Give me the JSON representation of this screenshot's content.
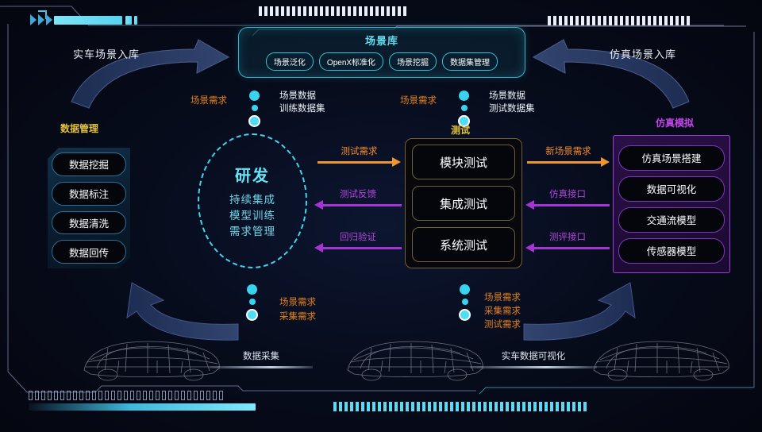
{
  "scenario_library": {
    "title": "场景库",
    "pills": [
      "场景泛化",
      "OpenX标准化",
      "场景挖掘",
      "数据集管理"
    ]
  },
  "nav_arrows": {
    "left_label": "实车场景入库",
    "right_label": "仿真场景入库"
  },
  "data_management": {
    "title": "数据管理",
    "items": [
      "数据挖掘",
      "数据标注",
      "数据清洗",
      "数据回传"
    ]
  },
  "rnd": {
    "title": "研发",
    "lines": [
      "持续集成",
      "模型训练",
      "需求管理"
    ]
  },
  "testing": {
    "title": "测试",
    "items": [
      "模块测试",
      "集成测试",
      "系统测试"
    ]
  },
  "simulation": {
    "title": "仿真模拟",
    "items": [
      "仿真场景搭建",
      "数据可视化",
      "交通流模型",
      "传感器模型"
    ]
  },
  "flows": {
    "test_demand": "测试需求",
    "test_feedback": "测试反馈",
    "regression_verify": "回归验证",
    "new_scenario_demand": "新场景需求",
    "sim_interface": "仿真接口",
    "eval_interface": "测评接口"
  },
  "dot_groups": {
    "top_left": {
      "left_label": "场景需求",
      "right_lines": [
        "场景数据",
        "训练数据集"
      ]
    },
    "top_right": {
      "left_label": "场景需求",
      "right_lines": [
        "场景数据",
        "测试数据集"
      ]
    },
    "bottom_left": {
      "lines": [
        "场景需求",
        "采集需求"
      ]
    },
    "bottom_right": {
      "lines": [
        "场景需求",
        "采集需求",
        "测试需求"
      ]
    }
  },
  "captions": {
    "data_collection": "数据采集",
    "vehicle_data_vis": "实车数据可视化"
  },
  "colors": {
    "cyan": "#3fd5ef",
    "gold": "#e4c23a",
    "purple": "#c245e8",
    "orange": "#f0962f",
    "flow_purple": "#a634d4",
    "bg": "#05070f"
  }
}
